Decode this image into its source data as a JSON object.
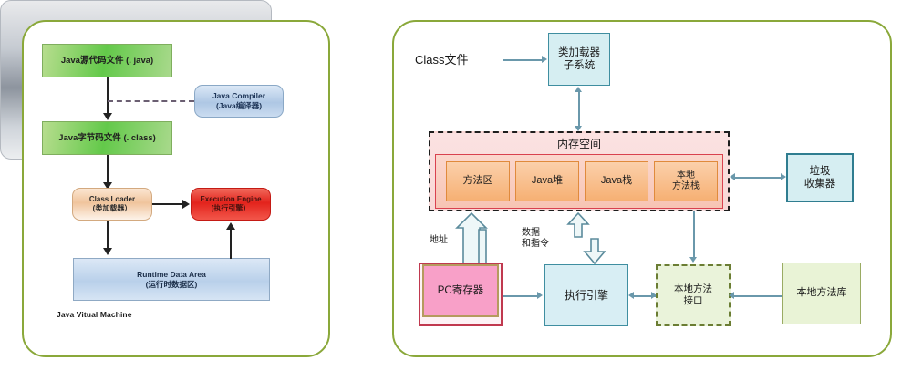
{
  "left_panel": {
    "java_source": "Java源代码文件 (. java)",
    "java_compiler_l1": "Java Compiler",
    "java_compiler_l2": "(Java编译器)",
    "java_bytecode": "Java字节码文件 (. class)",
    "jvm_label": "Java Vitual Machine",
    "class_loader_l1": "Class Loader",
    "class_loader_l2": "(类加载器）",
    "execution_engine_l1": "Execution Engine",
    "execution_engine_l2": "(执行引擎）",
    "runtime_data_area_l1": "Runtime  Data  Area",
    "runtime_data_area_l2": "(运行时数据区)"
  },
  "right_panel": {
    "class_file": "Class文件",
    "classloader_subsystem_l1": "类加载器",
    "classloader_subsystem_l2": "子系统",
    "memory_space": "内存空间",
    "memory_cells": [
      {
        "l1": "方法区",
        "l2": ""
      },
      {
        "l1": "Java堆",
        "l2": ""
      },
      {
        "l1": "Java栈",
        "l2": ""
      },
      {
        "l1": "本地",
        "l2": "方法栈"
      }
    ],
    "pc_register": "PC寄存器",
    "execution_engine": "执行引擎",
    "native_interface_l1": "本地方法",
    "native_interface_l2": "接口",
    "gc_l1": "垃圾",
    "gc_l2": "收集器",
    "native_library": "本地方法库",
    "label_address": "地址",
    "label_data_l1": "数据",
    "label_data_l2": "和指令"
  },
  "colors": {
    "panel_border": "#8aa83a",
    "source_green": "#63c94a",
    "exec_red": "#e3231c",
    "memory_pink": "#f9d7d5",
    "mem_cell_orange": "#f6b073",
    "pc_pink": "#f8a0c8",
    "teal": "#3f8ea0",
    "connector": "#6a98ab"
  }
}
